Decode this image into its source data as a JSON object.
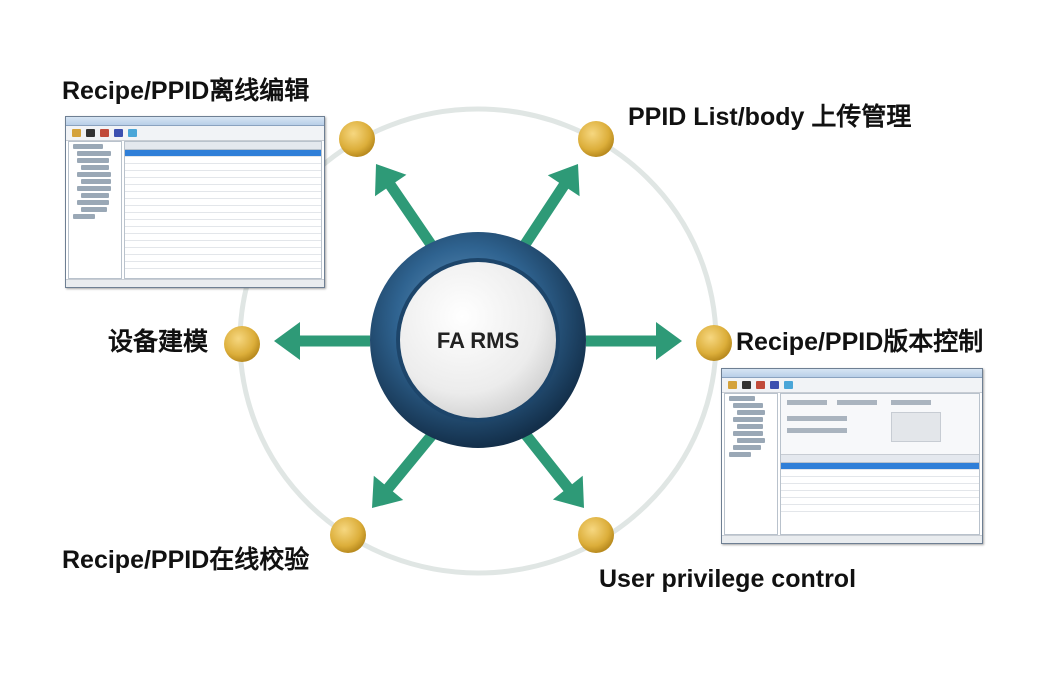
{
  "center": {
    "label": "FA RMS"
  },
  "nodes": [
    {
      "id": "offline-edit",
      "label": "Recipe/PPID离线编辑"
    },
    {
      "id": "upload-management",
      "label": "PPID List/body 上传管理"
    },
    {
      "id": "equipment-modeling",
      "label": "设备建模"
    },
    {
      "id": "version-control",
      "label": "Recipe/PPID版本控制"
    },
    {
      "id": "online-validation",
      "label": "Recipe/PPID在线校验"
    },
    {
      "id": "privilege-control",
      "label": "User privilege control"
    }
  ],
  "colors": {
    "arrow": "#2e9a77",
    "node": "#e0b13a",
    "ring": "#dfe5e3",
    "hub_ring": "#2c5c84",
    "hub_face": "#f1f1f1"
  }
}
